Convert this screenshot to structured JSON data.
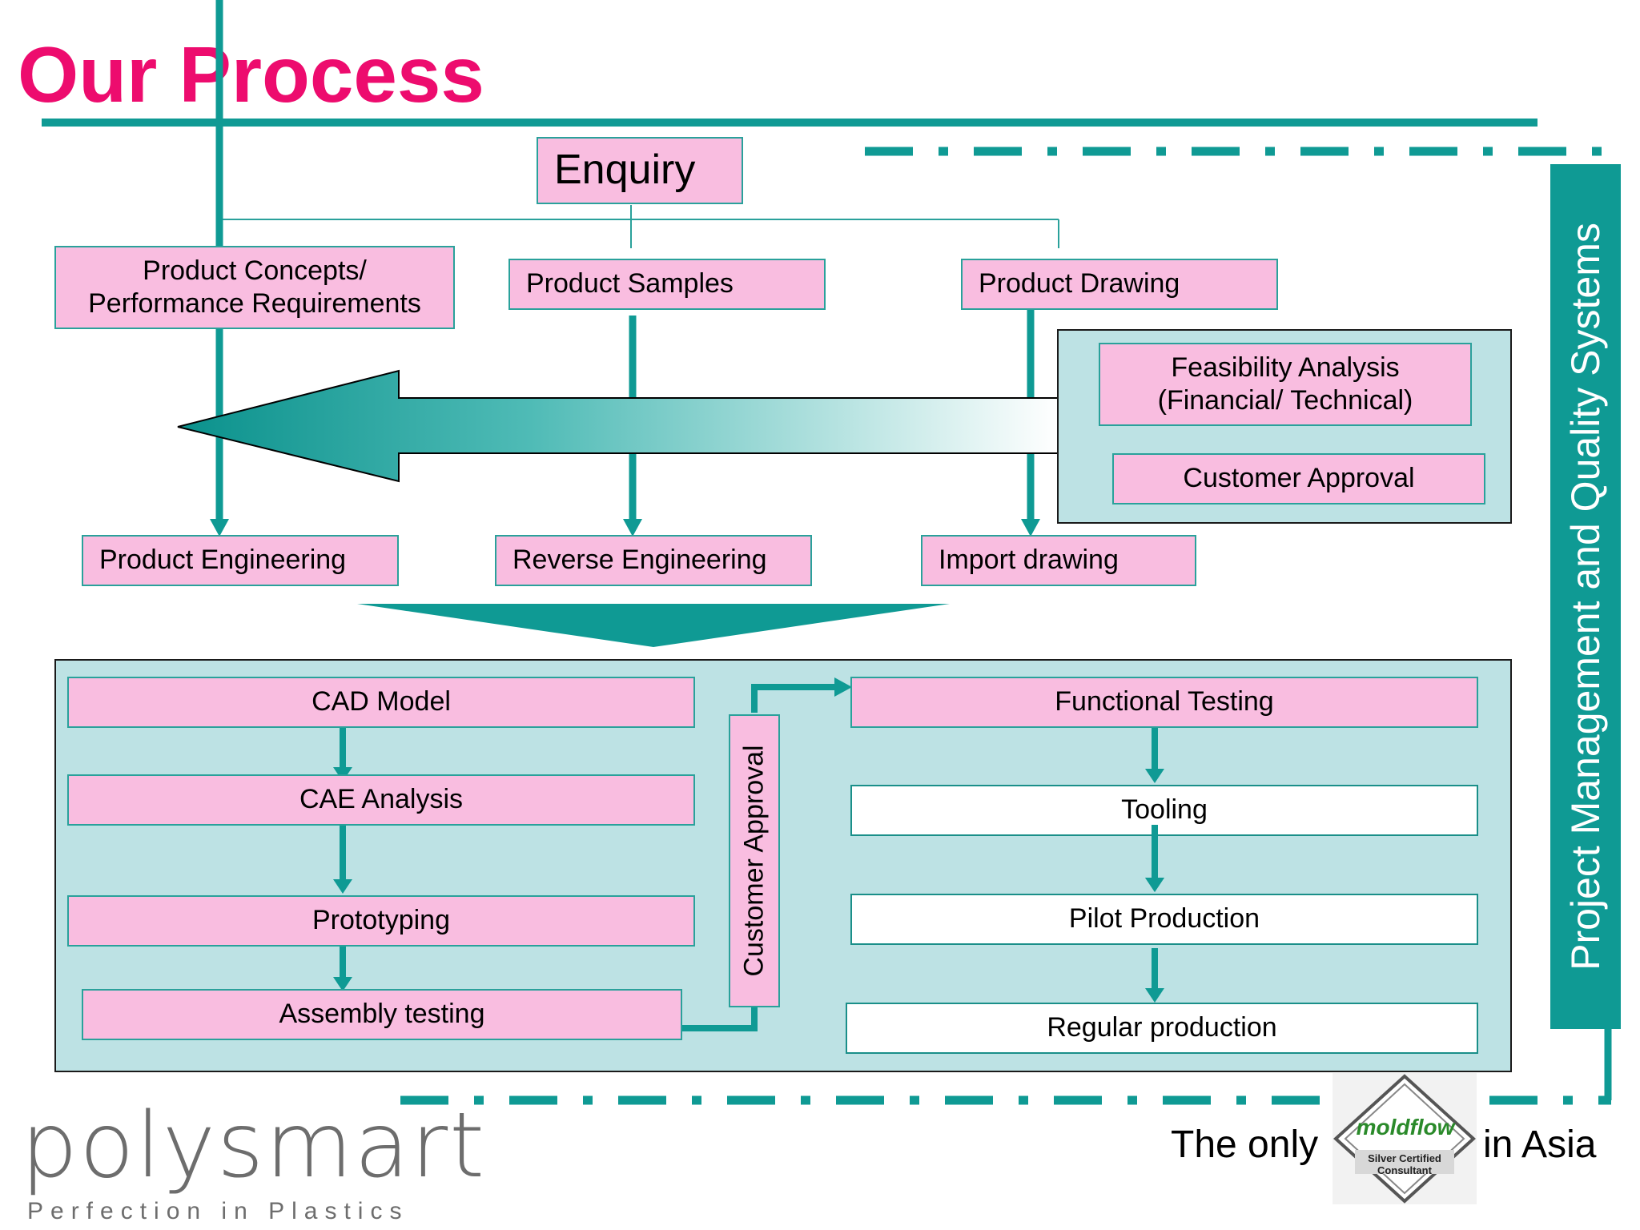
{
  "title": "Our Process",
  "enquiry": "Enquiry",
  "inputs": {
    "concepts": "Product Concepts/\nPerformance Requirements",
    "samples": "Product Samples",
    "drawing": "Product Drawing"
  },
  "feasibility": {
    "analysis": "Feasibility Analysis\n(Financial/ Technical)",
    "approval": "Customer Approval"
  },
  "engineering": {
    "product": "Product Engineering",
    "reverse": "Reverse Engineering",
    "import": "Import drawing"
  },
  "development": {
    "cad": "CAD Model",
    "cae": "CAE Analysis",
    "prototyping": "Prototyping",
    "assembly": "Assembly testing"
  },
  "customer_approval_vertical": "Customer Approval",
  "production": {
    "functional": "Functional Testing",
    "tooling": "Tooling",
    "pilot": "Pilot Production",
    "regular": "Regular production"
  },
  "side_label": "Project Management and Quality Systems",
  "footer": {
    "the_only": "The only",
    "in_asia": "in Asia",
    "badge_brand": "moldflow",
    "badge_cert": "Silver Certified Consultant"
  },
  "logo": {
    "wordmark": "polysmart",
    "tagline": "Perfection in Plastics"
  },
  "colors": {
    "accent": "#ed0c6e",
    "teal": "#0f9a94",
    "pink_box": "#f9bde0",
    "panel": "#bde2e4"
  }
}
